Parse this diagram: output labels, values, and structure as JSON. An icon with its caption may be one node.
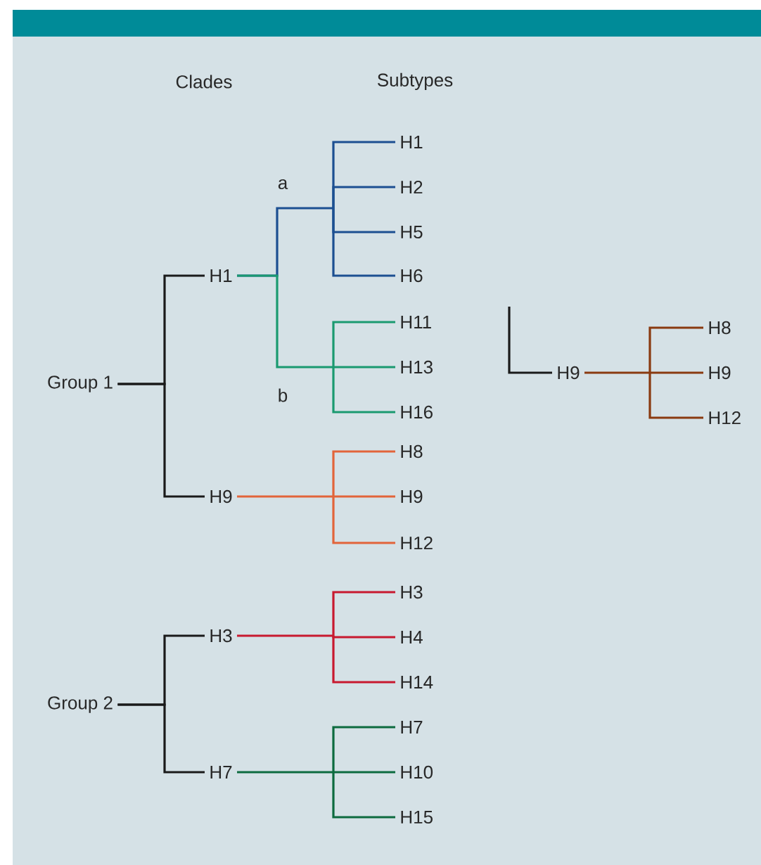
{
  "diagram": {
    "nodes": [
      {
        "text": [
          "Group 1"
        ]
      },
      {
        "text": [
          "H1"
        ]
      },
      {
        "text": [
          "H9"
        ]
      },
      {
        "text": [
          "Group 2"
        ]
      },
      {
        "text": [
          "H3"
        ]
      },
      {
        "text": [
          "H7"
        ]
      },
      {
        "text": [
          "H1"
        ]
      },
      {
        "text": [
          "H2"
        ]
      },
      {
        "text": [
          "H5"
        ]
      },
      {
        "text": [
          "H6"
        ]
      },
      {
        "text": [
          "H11"
        ]
      },
      {
        "text": [
          "H13"
        ]
      },
      {
        "text": [
          "H16"
        ]
      },
      {
        "text": [
          "H8"
        ]
      },
      {
        "text": [
          "H9"
        ]
      },
      {
        "text": [
          "H12"
        ]
      },
      {
        "text": [
          "H3"
        ]
      },
      {
        "text": [
          "H4"
        ]
      },
      {
        "text": [
          "H14"
        ]
      },
      {
        "text": [
          "H7"
        ]
      },
      {
        "text": [
          "H10"
        ]
      },
      {
        "text": [
          "H15"
        ]
      },
      {
        "text": [
          "H9"
        ]
      },
      {
        "text": [
          "H8"
        ]
      },
      {
        "text": [
          "H9"
        ]
      },
      {
        "text": [
          "H12"
        ]
      }
    ],
    "edges": [
      {
        "from": 0,
        "to": 1,
        "arrow": "none"
      },
      {
        "from": 0,
        "to": 2,
        "arrow": "none"
      },
      {
        "from": 3,
        "to": 4,
        "arrow": "none"
      },
      {
        "from": 3,
        "to": 5,
        "arrow": "none"
      },
      {
        "from": 1,
        "to": 6,
        "arrow": "none",
        "color": "#1c4f91"
      },
      {
        "from": 1,
        "to": 7,
        "arrow": "none",
        "color": "#1c4f91"
      },
      {
        "from": 1,
        "to": 8,
        "arrow": "none",
        "color": "#1c4f91"
      },
      {
        "from": 1,
        "to": 9,
        "arrow": "none",
        "color": "#1c4f91"
      },
      {
        "from": 1,
        "to": 10,
        "arrow": "none",
        "color": "#1a9a70"
      },
      {
        "from": 1,
        "to": 11,
        "arrow": "none",
        "color": "#1a9a70"
      },
      {
        "from": 1,
        "to": 12,
        "arrow": "none",
        "color": "#1a9a70"
      },
      {
        "from": 2,
        "to": 13,
        "arrow": "none",
        "color": "#e2643a"
      },
      {
        "from": 2,
        "to": 14,
        "arrow": "none",
        "color": "#e2643a"
      },
      {
        "from": 2,
        "to": 15,
        "arrow": "none",
        "color": "#e2643a"
      },
      {
        "from": 4,
        "to": 16,
        "arrow": "none",
        "color": "#c8192f"
      },
      {
        "from": 4,
        "to": 17,
        "arrow": "none",
        "color": "#c8192f"
      },
      {
        "from": 4,
        "to": 18,
        "arrow": "none",
        "color": "#c8192f"
      },
      {
        "from": 5,
        "to": 19,
        "arrow": "none",
        "color": "#0d6b3f"
      },
      {
        "from": 5,
        "to": 20,
        "arrow": "none",
        "color": "#0d6b3f"
      },
      {
        "from": 5,
        "to": 21,
        "arrow": "none",
        "color": "#0d6b3f"
      },
      {
        "from": null,
        "to": 22,
        "arrow": "none"
      },
      {
        "from": 22,
        "to": 23,
        "arrow": "none",
        "color": "#8a3a10"
      },
      {
        "from": 22,
        "to": 24,
        "arrow": "none",
        "color": "#8a3a10"
      },
      {
        "from": 22,
        "to": 25,
        "arrow": "none",
        "color": "#8a3a10"
      }
    ],
    "labels": [
      "Clades",
      "Subtypes",
      "a",
      "b"
    ]
  }
}
